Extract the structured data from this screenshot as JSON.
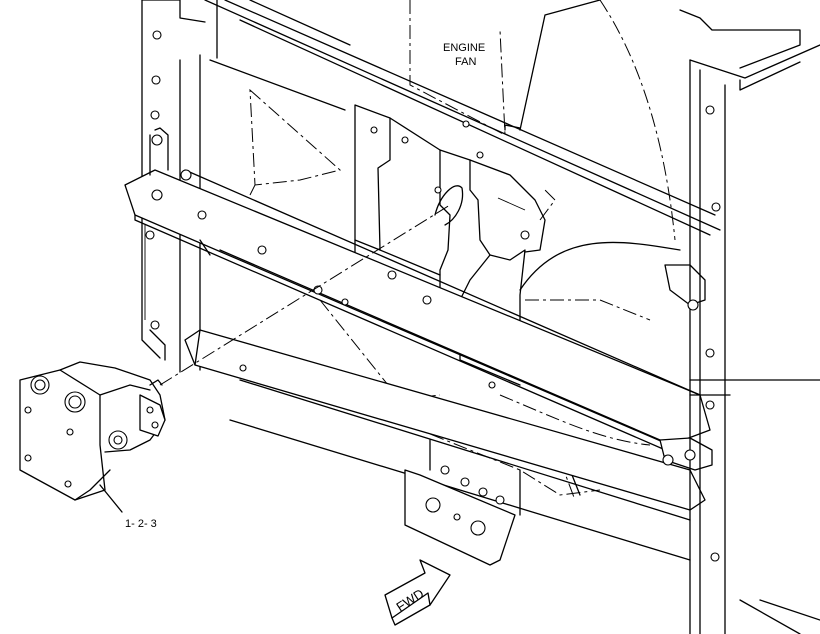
{
  "labels": {
    "fan_line1": "ENGINE",
    "fan_line2": "FAN",
    "part_callout": "1- 2- 3",
    "direction_arrow": "FWD"
  }
}
